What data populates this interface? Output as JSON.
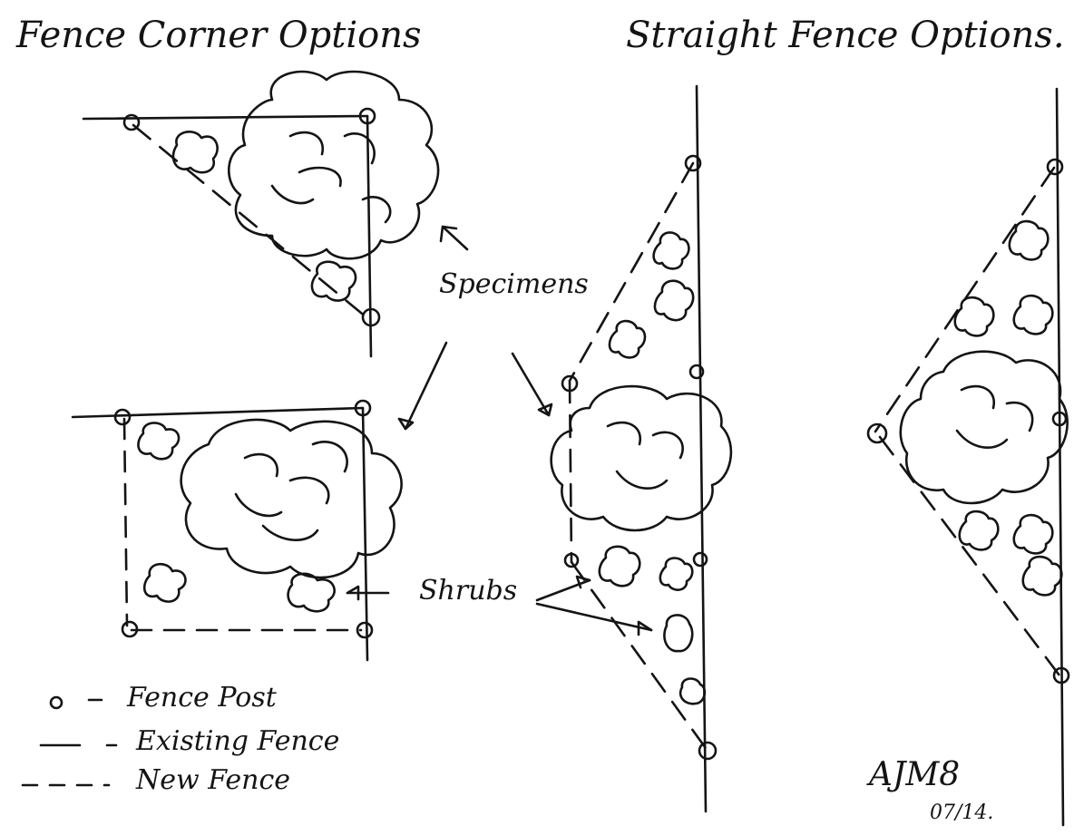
{
  "titles": {
    "corner": "Fence Corner Options",
    "straight": "Straight Fence Options."
  },
  "labels": {
    "specimens": "Specimens",
    "shrubs": "Shrubs"
  },
  "legend": {
    "post": "Fence Post",
    "existing": "Existing Fence",
    "new": "New Fence"
  },
  "signature": {
    "initials": "AJM8",
    "date": "07/14."
  },
  "colors": {
    "ink": "#141414",
    "paper": "#ffffff"
  }
}
